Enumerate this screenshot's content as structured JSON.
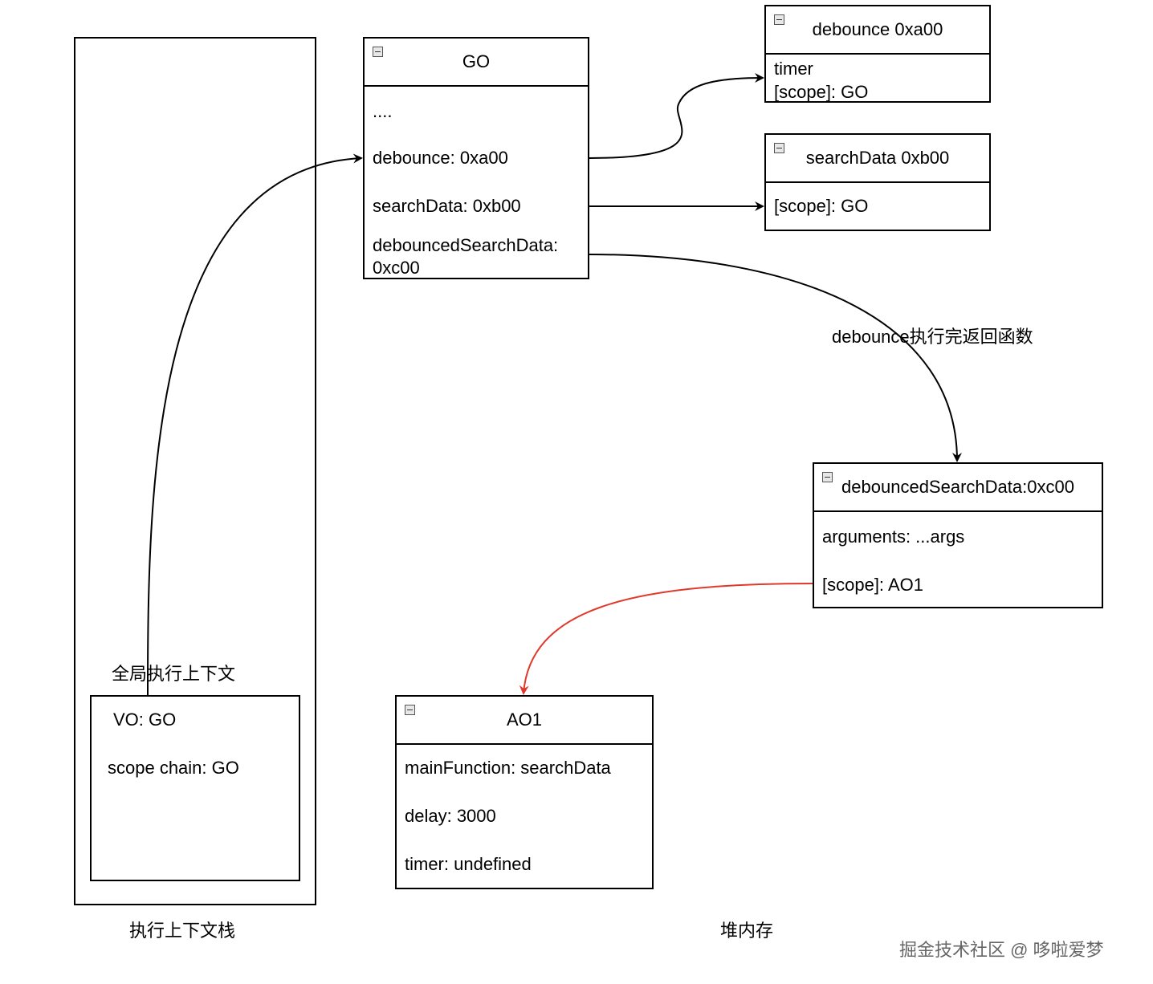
{
  "stack": {
    "caption": "执行上下文栈",
    "global_context": {
      "label": "全局执行上下文",
      "vo": "VO: GO",
      "scope_chain": "scope chain: GO"
    }
  },
  "heap": {
    "caption": "堆内存",
    "go": {
      "title": "GO",
      "rows": [
        "....",
        "debounce: 0xa00",
        "searchData: 0xb00",
        "debouncedSearchData:",
        "0xc00"
      ]
    },
    "debounce_obj": {
      "title": "debounce 0xa00",
      "rows": [
        "timer",
        "[scope]: GO"
      ]
    },
    "searchdata_obj": {
      "title": "searchData 0xb00",
      "rows": [
        "[scope]: GO"
      ]
    },
    "debounced_obj": {
      "title": "debouncedSearchData:0xc00",
      "rows": [
        "arguments: ...args",
        "[scope]: AO1"
      ]
    },
    "ao1": {
      "title": "AO1",
      "rows": [
        "mainFunction: searchData",
        "delay: 3000",
        "timer: undefined"
      ]
    }
  },
  "edge_label": "debounce执行完返回函数",
  "colors": {
    "stroke": "#000000",
    "scope_edge": "#e0392b"
  },
  "watermark": "掘金技术社区 @ 哆啦爱梦"
}
